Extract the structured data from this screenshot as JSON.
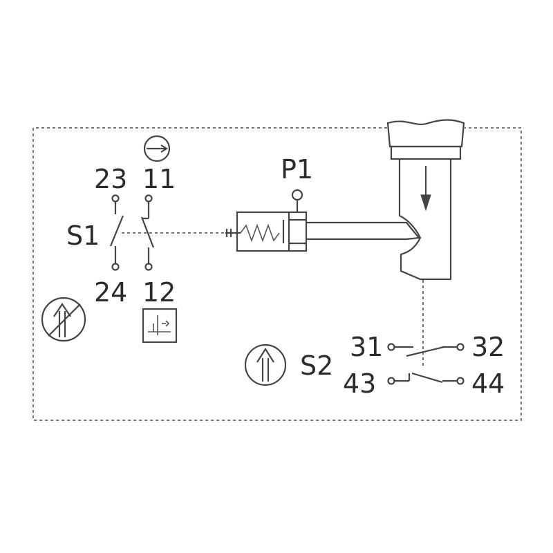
{
  "switch_s1": {
    "name": "S1",
    "terminals": {
      "no_top": "23",
      "nc_top": "11",
      "no_bottom": "24",
      "nc_bottom": "12"
    }
  },
  "switch_s2": {
    "name": "S2",
    "terminals": {
      "nc_left": "31",
      "nc_right": "32",
      "no_left": "43",
      "no_right": "44"
    }
  },
  "pressure_port": {
    "name": "P1"
  },
  "colors": {
    "line": "#444444",
    "text": "#2b2b2b",
    "background": "#ffffff"
  },
  "icons": [
    "timer-icon",
    "no-positive-opening-icon",
    "positive-opening-icon",
    "latching-actuator-icon",
    "downward-arrow-icon"
  ]
}
